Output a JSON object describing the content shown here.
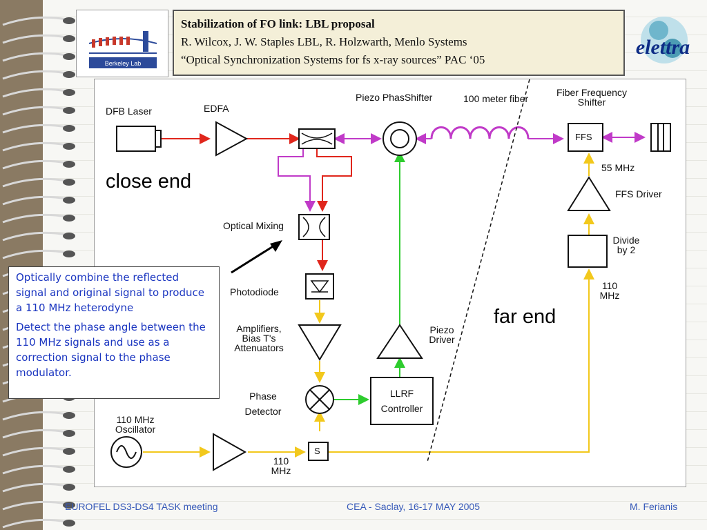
{
  "header": {
    "title": "Stabilization of FO link: LBL proposal",
    "authors": "R. Wilcox, J. W. Staples LBL, R. Holzwarth, Menlo Systems",
    "citation": "“Optical Synchronization Systems for fs x-ray sources” PAC ‘05",
    "lbl_logo_text": "Berkeley Lab",
    "elettra_logo_text": "elettra"
  },
  "diagram": {
    "dfb_laser": "DFB Laser",
    "edfa": "EDFA",
    "piezo_phase_shifter": "Piezo PhasShifter",
    "fiber_100m": "100 meter fiber",
    "fiber_freq_shifter_1": "Fiber Frequency",
    "fiber_freq_shifter_2": "Shifter",
    "ffs": "FFS",
    "mhz55": "55 MHz",
    "ffs_driver": "FFS Driver",
    "divide_1": "Divide",
    "divide_2": "by 2",
    "mhz110_right_1": "110",
    "mhz110_right_2": "MHz",
    "optical_mixing": "Optical Mixing",
    "photodiode": "Photodiode",
    "amplifiers_1": "Amplifiers,",
    "amplifiers_2": "Bias T's",
    "amplifiers_3": "Attenuators",
    "piezo_driver_1": "Piezo",
    "piezo_driver_2": "Driver",
    "phase_detector_1": "Phase",
    "phase_detector_2": "Detector",
    "llrf_1": "LLRF",
    "llrf_2": "Controller",
    "oscillator_1": "110 MHz",
    "oscillator_2": "Oscillator",
    "splitter": "S",
    "mhz110_bottom_1": "110",
    "mhz110_bottom_2": "MHz",
    "close_end": "close end",
    "far_end": "far end"
  },
  "note": {
    "p1": "Optically combine the reflected signal and original signal to produce a 110 MHz heterodyne",
    "p2": "Detect the phase angle between the 110 MHz signals and use as a correction signal to the phase modulator."
  },
  "footer": {
    "left": "EUROFEL DS3-DS4 TASK meeting",
    "center": "CEA - Saclay, 16-17 MAY 2005",
    "right": "M. Ferianis"
  },
  "colors": {
    "optical_red": "#e0261c",
    "reflected_magenta": "#c03ac8",
    "rf_yellow": "#f2c81c",
    "control_green": "#2ecc2e",
    "note_text": "#1a35c0",
    "footer_text": "#3558b8"
  }
}
